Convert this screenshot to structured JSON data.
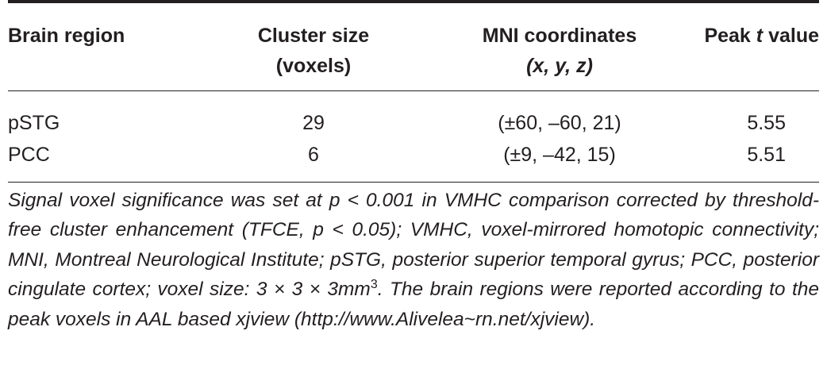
{
  "table": {
    "headers": {
      "brain_region": "Brain region",
      "cluster_size_line1": "Cluster size",
      "cluster_size_line2": "(voxels)",
      "mni_line1": "MNI coordinates",
      "mni_line2": "(x, y, z)",
      "peak_prefix": "Peak ",
      "peak_t": "t",
      "peak_suffix": " value"
    },
    "rows": [
      {
        "region": "pSTG",
        "cluster_size": "29",
        "mni": "(±60, –60, 21)",
        "peak_t": "5.55"
      },
      {
        "region": "PCC",
        "cluster_size": "6",
        "mni": "(±9, –42, 15)",
        "peak_t": "5.51"
      }
    ]
  },
  "footnote": {
    "text_main": "Signal voxel significance was set at p < 0.001 in VMHC comparison corrected by threshold-free cluster enhancement (TFCE, p < 0.05); VMHC, voxel-mirrored homotopic connectivity; MNI, Montreal Neurological Institute; pSTG, posterior superior temporal gyrus; PCC, posterior cingulate cortex; voxel size: 3 × 3 × 3mm",
    "superscript": "3",
    "text_tail": ". The brain regions were reported according to the peak voxels in AAL based xjview (http://www.Alivelea~rn.net/xjview)."
  }
}
